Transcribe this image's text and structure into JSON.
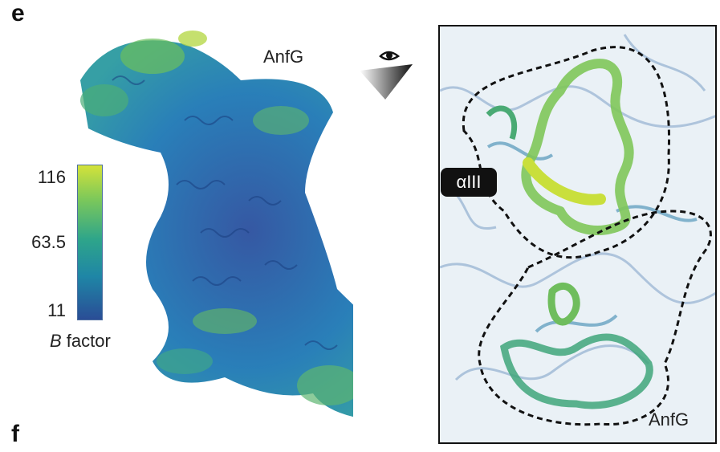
{
  "panels": {
    "e": "e",
    "f": "f"
  },
  "labels": {
    "anfg_structure": "AnfG",
    "anfg_inset": "AnfG",
    "alpha_region": "αIII"
  },
  "colorbar": {
    "max": "116",
    "mid": "63.5",
    "min": "11",
    "label_italic": "B",
    "label_rest": " factor",
    "colors": [
      "#d3e23a",
      "#7cc85a",
      "#2ea58a",
      "#1f86a6",
      "#2a4d96"
    ]
  },
  "icons": {
    "view": "eye-icon"
  }
}
